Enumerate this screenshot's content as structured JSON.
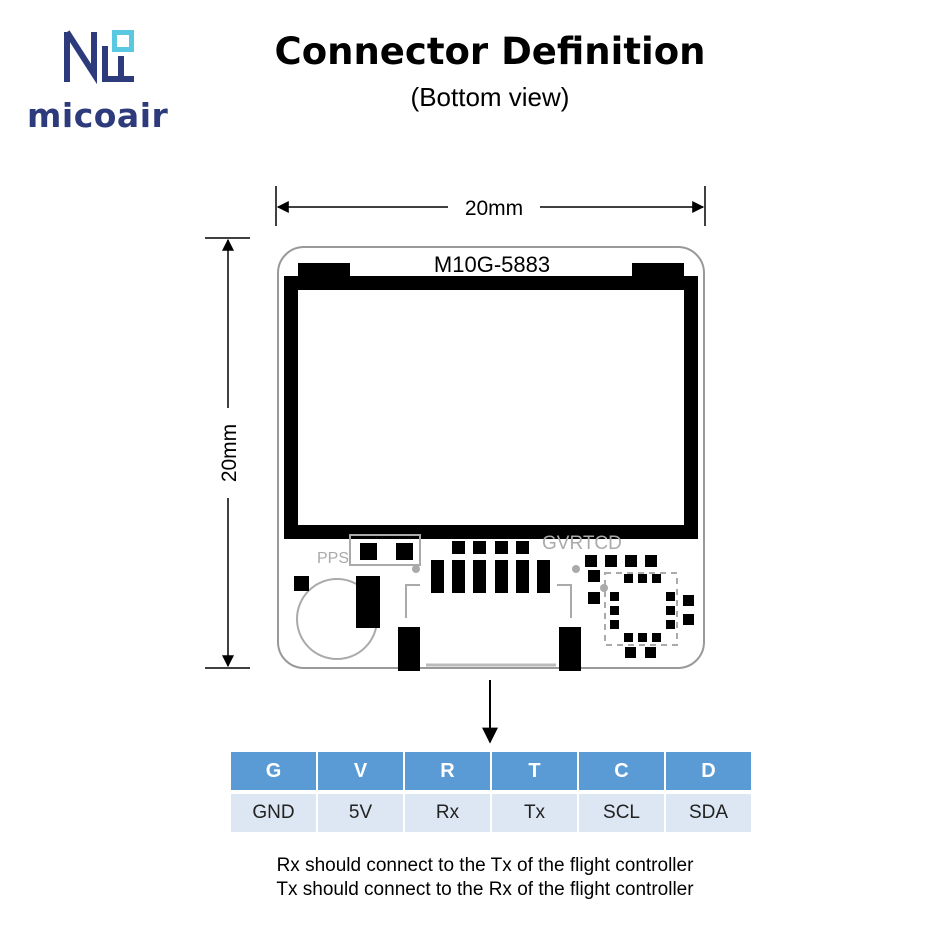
{
  "brand": {
    "name": "micoair"
  },
  "title": "Connector Definition",
  "subtitle": "(Bottom view)",
  "dimensions": {
    "width_label": "20mm",
    "height_label": "20mm"
  },
  "board": {
    "model": "M10G-5883",
    "pps_label": "PPS",
    "pin_label": "GVRTCD"
  },
  "pinout": {
    "headers": [
      "G",
      "V",
      "R",
      "T",
      "C",
      "D"
    ],
    "values": [
      "GND",
      "5V",
      "Rx",
      "Tx",
      "SCL",
      "SDA"
    ]
  },
  "notes": [
    "Rx should connect to the Tx of the flight controller",
    "Tx should connect to the Rx of the flight controller"
  ],
  "colors": {
    "brand": "#2d3a7c",
    "accent": "#5b9bd5",
    "cell": "#dde7f3"
  }
}
